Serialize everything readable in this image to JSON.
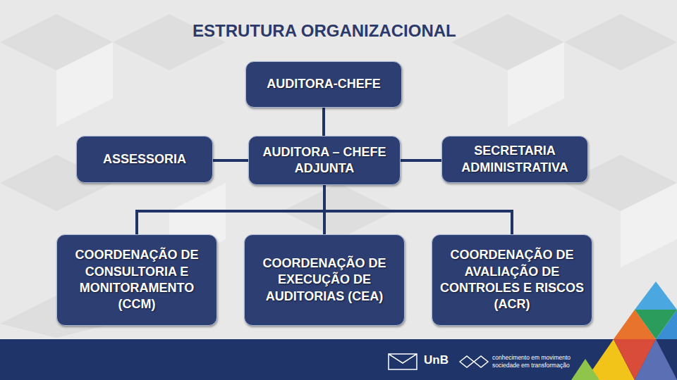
{
  "diagram": {
    "title": "ESTRUTURA ORGANIZACIONAL",
    "nodes": [
      {
        "text": [
          "AUDITORA-CHEFE"
        ]
      },
      {
        "text": [
          "ASSESSORIA"
        ]
      },
      {
        "text": [
          "AUDITORA – CHEFE ADJUNTA"
        ]
      },
      {
        "text": [
          "SECRETARIA ADMINISTRATIVA"
        ]
      },
      {
        "text": [
          "COORDENAÇÃO DE CONSULTORIA E MONITORAMENTO (CCM)"
        ]
      },
      {
        "text": [
          "COORDENAÇÃO DE EXECUÇÃO DE AUDITORIAS (CEA)"
        ]
      },
      {
        "text": [
          "COORDENAÇÃO DE AVALIAÇÃO DE CONTROLES E RISCOS (ACR)"
        ]
      }
    ],
    "edges": [
      {
        "from": 0,
        "to": 2,
        "arrow": "none"
      },
      {
        "from": 2,
        "to": 1,
        "arrow": "none"
      },
      {
        "from": 2,
        "to": 3,
        "arrow": "none"
      },
      {
        "from": 2,
        "to": 4,
        "arrow": "none"
      },
      {
        "from": 2,
        "to": 5,
        "arrow": "none"
      },
      {
        "from": 2,
        "to": 6,
        "arrow": "none"
      }
    ],
    "labels": [
      "UnB",
      "conhecimento em movimento",
      "sociedade em transformação"
    ]
  }
}
